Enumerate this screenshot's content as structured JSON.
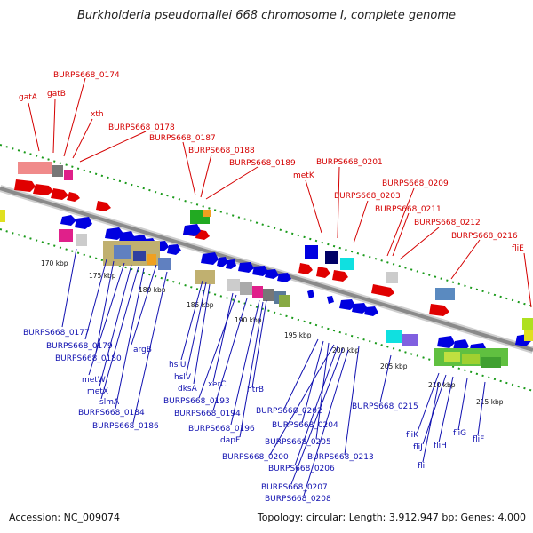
{
  "title": "Burkholderia pseudomallei 668 chromosome I, complete genome",
  "accession": "Accession: NC_009074",
  "topology": "Topology: circular; Length: 3,912,947 bp; Genes: 4,000",
  "ticks": [
    "170 kbp",
    "175 kbp",
    "180 kbp",
    "185 kbp",
    "190 kbp",
    "195 kbp",
    "200 kbp",
    "205 kbp",
    "210 kbp",
    "215 kbp"
  ],
  "labels_top": [
    "gatA",
    "gatB",
    "BURPS668_0174",
    "xth",
    "BURPS668_0178",
    "BURPS668_0187",
    "BURPS668_0188",
    "BURPS668_0189",
    "metK",
    "BURPS668_0201",
    "BURPS668_0203",
    "BURPS668_0209",
    "BURPS668_0211",
    "BURPS668_0212",
    "BURPS668_0216",
    "fliE"
  ],
  "labels_bottom": [
    "BURPS668_0177",
    "BURPS668_0179",
    "BURPS668_0180",
    "argB",
    "metW",
    "metX",
    "slmA",
    "BURPS668_0184",
    "BURPS668_0186",
    "hslU",
    "hslV",
    "dksA",
    "xerC",
    "htrB",
    "BURPS668_0193",
    "BURPS668_0194",
    "BURPS668_0196",
    "dapF",
    "BURPS668_0202",
    "BURPS668_0204",
    "BURPS668_0205",
    "BURPS668_0200",
    "BURPS668_0206",
    "BURPS668_0213",
    "BURPS668_0207",
    "BURPS668_0208",
    "BURPS668_0215",
    "fliK",
    "fliJ",
    "fliH",
    "fliG",
    "fliF",
    "fliI"
  ],
  "colors": {
    "forward": "#e00000",
    "reverse": "#0000e0",
    "backbone": "#888888",
    "tick": "#1a9a1a"
  }
}
